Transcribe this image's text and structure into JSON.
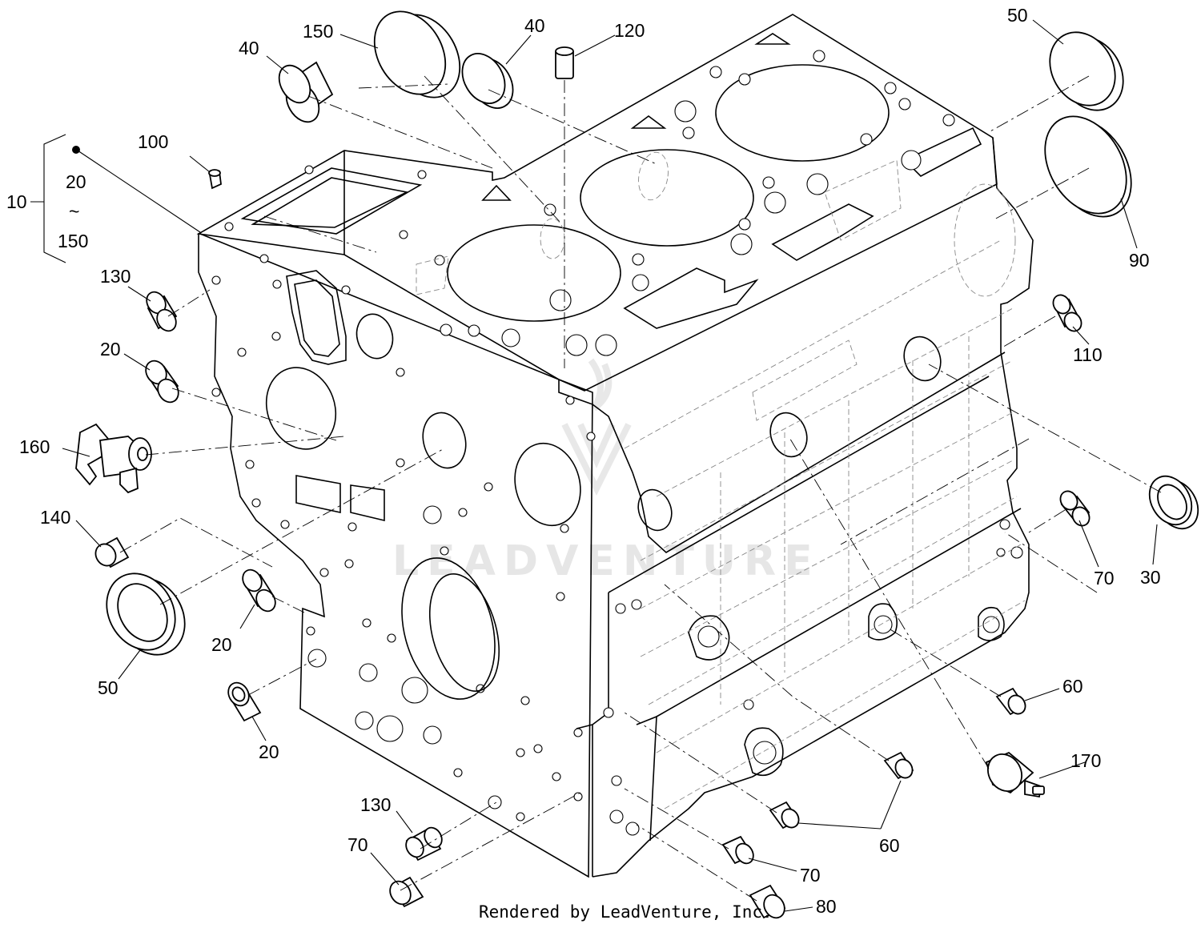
{
  "diagram": {
    "assembly_label": "10",
    "assembly_range_from": "20",
    "assembly_tilde": "~",
    "assembly_range_to": "150",
    "watermark": "LEADVENTURE",
    "credit": "Rendered by LeadVenture, Inc.",
    "callouts": [
      {
        "id": "c40a",
        "text": "40"
      },
      {
        "id": "c150",
        "text": "150"
      },
      {
        "id": "c40b",
        "text": "40"
      },
      {
        "id": "c120",
        "text": "120"
      },
      {
        "id": "c50a",
        "text": "50"
      },
      {
        "id": "c100",
        "text": "100"
      },
      {
        "id": "c90",
        "text": "90"
      },
      {
        "id": "c130a",
        "text": "130"
      },
      {
        "id": "c20a",
        "text": "20"
      },
      {
        "id": "c110",
        "text": "110"
      },
      {
        "id": "c160",
        "text": "160"
      },
      {
        "id": "c140",
        "text": "140"
      },
      {
        "id": "c30",
        "text": "30"
      },
      {
        "id": "c70a",
        "text": "70"
      },
      {
        "id": "c20b",
        "text": "20"
      },
      {
        "id": "c50b",
        "text": "50"
      },
      {
        "id": "c60a",
        "text": "60"
      },
      {
        "id": "c20c",
        "text": "20"
      },
      {
        "id": "c170",
        "text": "170"
      },
      {
        "id": "c60b",
        "text": "60"
      },
      {
        "id": "c130b",
        "text": "130"
      },
      {
        "id": "c70b",
        "text": "70"
      },
      {
        "id": "c70c",
        "text": "70"
      },
      {
        "id": "c80",
        "text": "80"
      }
    ]
  }
}
